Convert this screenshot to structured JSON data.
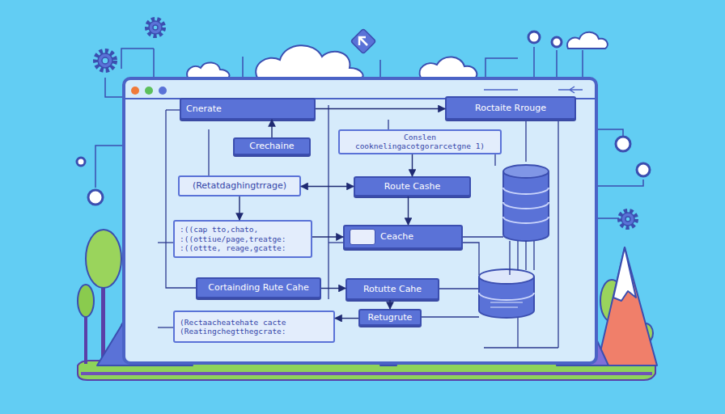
{
  "diagram": {
    "nodes": [
      {
        "text": [
          "Cnerate"
        ]
      },
      {
        "text": [
          "Roctaite Rrouge"
        ]
      },
      {
        "text": [
          "Crechaine"
        ]
      },
      {
        "text": [
          "Conslen cooknelingacotgorarcetgne 1)"
        ]
      },
      {
        "text": [
          "(Retatdaghingtrrage)"
        ]
      },
      {
        "text": [
          "Route Cashe"
        ]
      },
      {
        "text": [
          ":((cap tto,chato,",
          ":((ottiue/page,treatge:",
          ":((ottte, reage,gcatte:"
        ]
      },
      {
        "text": [
          "Ceache"
        ]
      },
      {
        "text": [
          "Cortainding Rute Cahe"
        ]
      },
      {
        "text": [
          "Rotutte Cahe"
        ]
      },
      {
        "text": [
          "(Rectaacheatehate cacte",
          "(Reatingchegtthegcrate:"
        ]
      },
      {
        "text": [
          "Retugrute"
        ]
      }
    ],
    "edges": [
      {
        "from": 0,
        "to": 1,
        "arrow": "to"
      },
      {
        "from": 2,
        "to": 0,
        "arrow": "to"
      },
      {
        "from": 4,
        "to": 5,
        "arrow": "both"
      },
      {
        "from": 3,
        "to": 5,
        "arrow": "to"
      },
      {
        "from": 5,
        "to": 7,
        "arrow": "to"
      },
      {
        "from": 6,
        "to": 7,
        "arrow": "to"
      },
      {
        "from": 8,
        "to": 9,
        "arrow": "to"
      },
      {
        "from": 11,
        "to": 10,
        "arrow": "to"
      },
      {
        "from": 4,
        "to": 6,
        "arrow": "to"
      },
      {
        "from": 9,
        "to": 11,
        "arrow": "to"
      }
    ]
  }
}
